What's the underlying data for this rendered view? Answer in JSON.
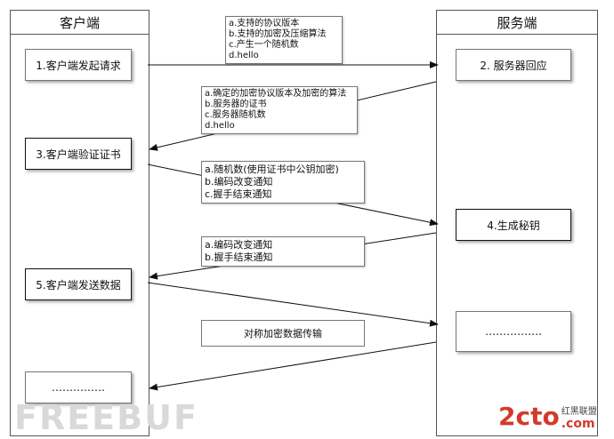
{
  "lanes": {
    "client_title": "客户端",
    "server_title": "服务端"
  },
  "steps": {
    "s1": "1.客户端发起请求",
    "s2": "2. 服务器回应",
    "s3": "3.客户端验证证书",
    "s4": "4.生成秘钥",
    "s5": "5.客户端发送数据",
    "server_ellipsis": "…………….",
    "client_ellipsis": "……………"
  },
  "notes": {
    "n1": [
      "a.支持的协议版本",
      "b.支持的加密及压缩算法",
      "c.产生一个随机数",
      "d.hello"
    ],
    "n2": [
      "a.确定的加密协议版本及加密的算法",
      "b.服务器的证书",
      "c.服务器随机数",
      "d.hello"
    ],
    "n3": [
      "a.随机数(使用证书中公钥加密)",
      "b.编码改变通知",
      "c.握手结束通知"
    ],
    "n4": [
      "a.编码改变通知",
      "b.握手结束通知"
    ],
    "n5": "对称加密数据传输"
  },
  "watermark": {
    "left": "FREEBUF",
    "logo": "2cto",
    "logo_cn": "红黑联盟",
    "logo_com": ".com"
  }
}
